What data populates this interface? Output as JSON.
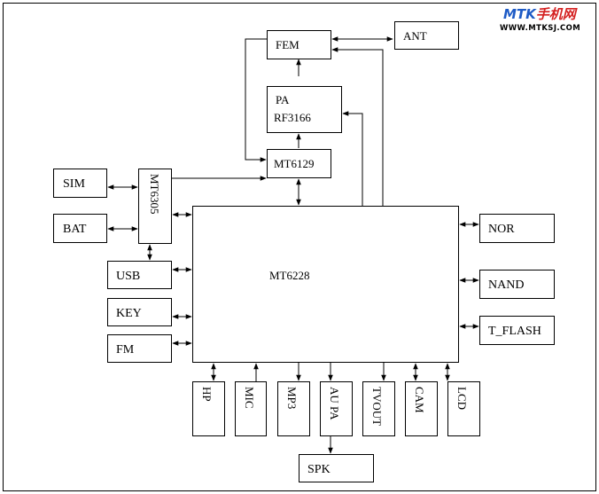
{
  "branding": {
    "logo_text": "MTK手机网",
    "url": "WWW.MTKSJ.COM"
  },
  "blocks": {
    "fem": "FEM",
    "ant": "ANT",
    "pa_line1": "PA",
    "pa_line2": "RF3166",
    "mt6129": "MT6129",
    "mt6305": "MT6305",
    "mt6228": "MT6228",
    "sim": "SIM",
    "bat": "BAT",
    "usb": "USB",
    "key": "KEY",
    "fm": "FM",
    "nor": "NOR",
    "nand": "NAND",
    "t_flash": "T_FLASH",
    "hp": "HP",
    "mic": "MIC",
    "mp3": "MP3",
    "au_pa": "AU PA",
    "tvout": "TVOUT",
    "cam": "CAM",
    "lcd": "LCD",
    "spk": "SPK"
  }
}
